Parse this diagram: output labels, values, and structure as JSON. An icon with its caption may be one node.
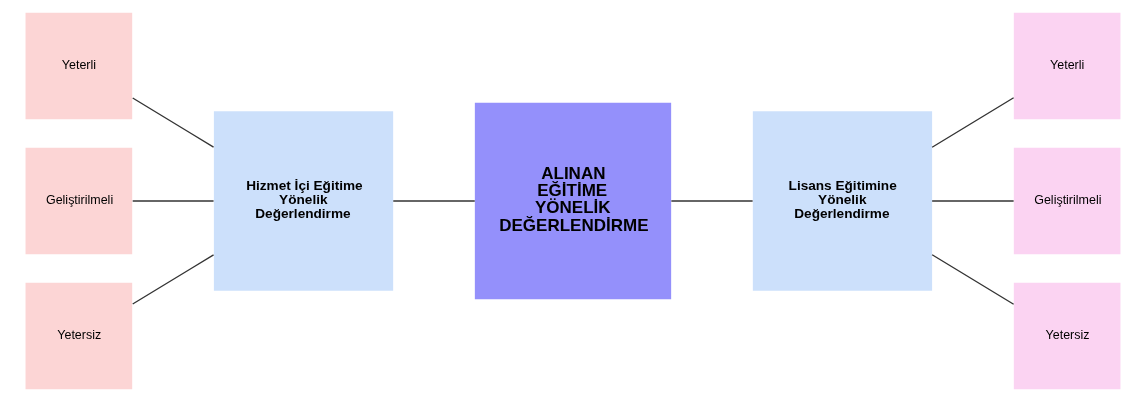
{
  "diagram": {
    "nodes": [
      {
        "text": [
          "Yeterli"
        ]
      },
      {
        "text": [
          "Geliştirilmeli"
        ]
      },
      {
        "text": [
          "Yetersiz"
        ]
      },
      {
        "text": [
          "Hizmet İçi Eğitime Yönelik Değerlendirme"
        ]
      },
      {
        "text": [
          "ALINAN EĞİTİME YÖNELİK DEĞERLENDİRME"
        ]
      },
      {
        "text": [
          "Lisans Eğitimine Yönelik Değerlendirme"
        ]
      },
      {
        "text": [
          "Yeterli"
        ]
      },
      {
        "text": [
          "Geliştirilmeli"
        ]
      },
      {
        "text": [
          "Yetersiz"
        ]
      }
    ],
    "edges": [
      {
        "from": 0,
        "to": 3,
        "arrow": "none"
      },
      {
        "from": 1,
        "to": 3,
        "arrow": "none"
      },
      {
        "from": 2,
        "to": 3,
        "arrow": "none"
      },
      {
        "from": 3,
        "to": 4,
        "arrow": "none"
      },
      {
        "from": 4,
        "to": 5,
        "arrow": "none"
      },
      {
        "from": 5,
        "to": 6,
        "arrow": "none"
      },
      {
        "from": 5,
        "to": 7,
        "arrow": "none"
      },
      {
        "from": 5,
        "to": 8,
        "arrow": "none"
      }
    ]
  }
}
